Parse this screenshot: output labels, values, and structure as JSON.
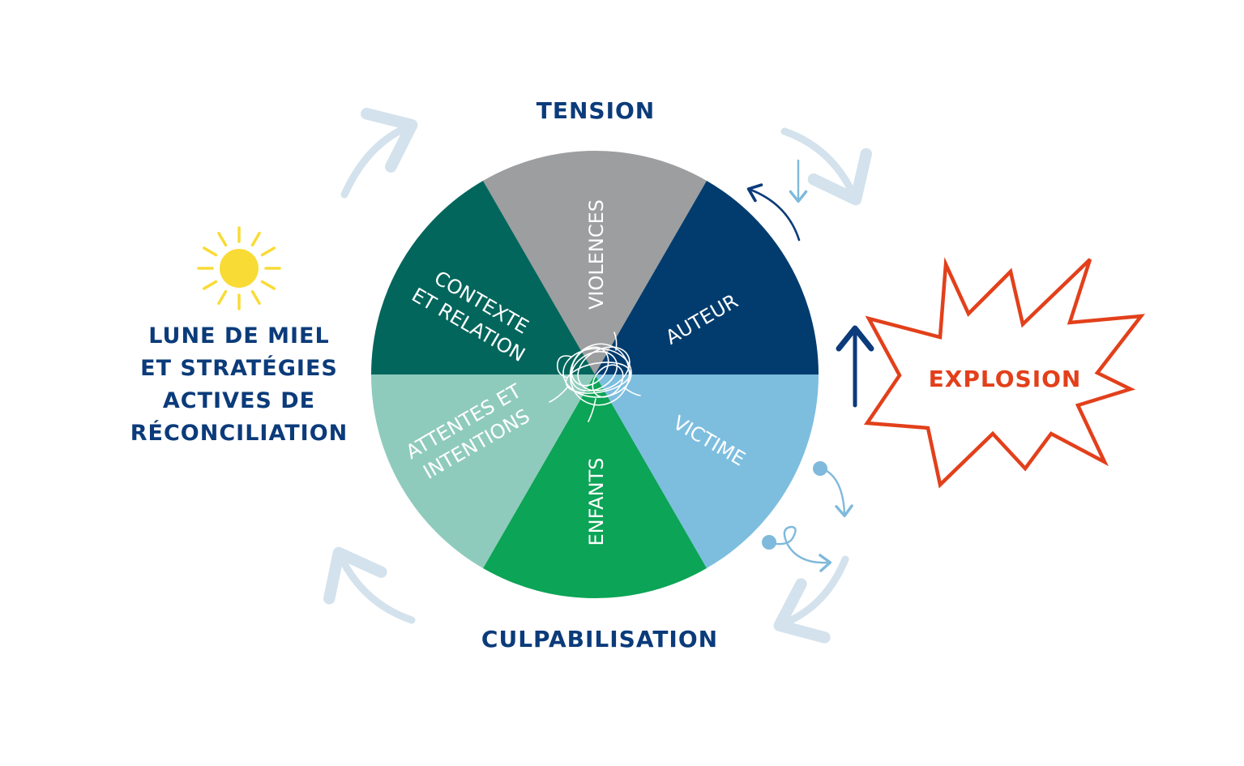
{
  "colors": {
    "heading": "#0b3b7a",
    "explosion": "#e2401b",
    "arrow_light": "#d3e2ec",
    "arrow_dark": "#0b3b7a",
    "arrow_blue": "#7fb9db",
    "sun": "#f9db35"
  },
  "phases": {
    "tension": "TENSION",
    "culpabilisation": "CULPABILISATION",
    "explosion": "EXPLOSION",
    "lune_lines": [
      "LUNE DE MIEL",
      "ET STRATÉGIES",
      "ACTIVES DE",
      "RÉCONCILIATION"
    ]
  },
  "segments": [
    {
      "id": "violences",
      "lines": [
        "VIOLENCES"
      ],
      "color": "#9d9ea0"
    },
    {
      "id": "auteur",
      "lines": [
        "AUTEUR"
      ],
      "color": "#023c6e"
    },
    {
      "id": "victime",
      "lines": [
        "VICTIME"
      ],
      "color": "#7dbedf"
    },
    {
      "id": "enfants",
      "lines": [
        "ENFANTS"
      ],
      "color": "#0ca456"
    },
    {
      "id": "attentes",
      "lines": [
        "ATTENTES ET",
        "INTENTIONS"
      ],
      "color": "#8fcbbd"
    },
    {
      "id": "contexte",
      "lines": [
        "CONTEXTE",
        "ET RELATION"
      ],
      "color": "#03665c"
    }
  ],
  "icons": {
    "sun": "sun-icon",
    "tangle": "tangle-icon",
    "explosion_burst": "explosion-burst-icon"
  }
}
